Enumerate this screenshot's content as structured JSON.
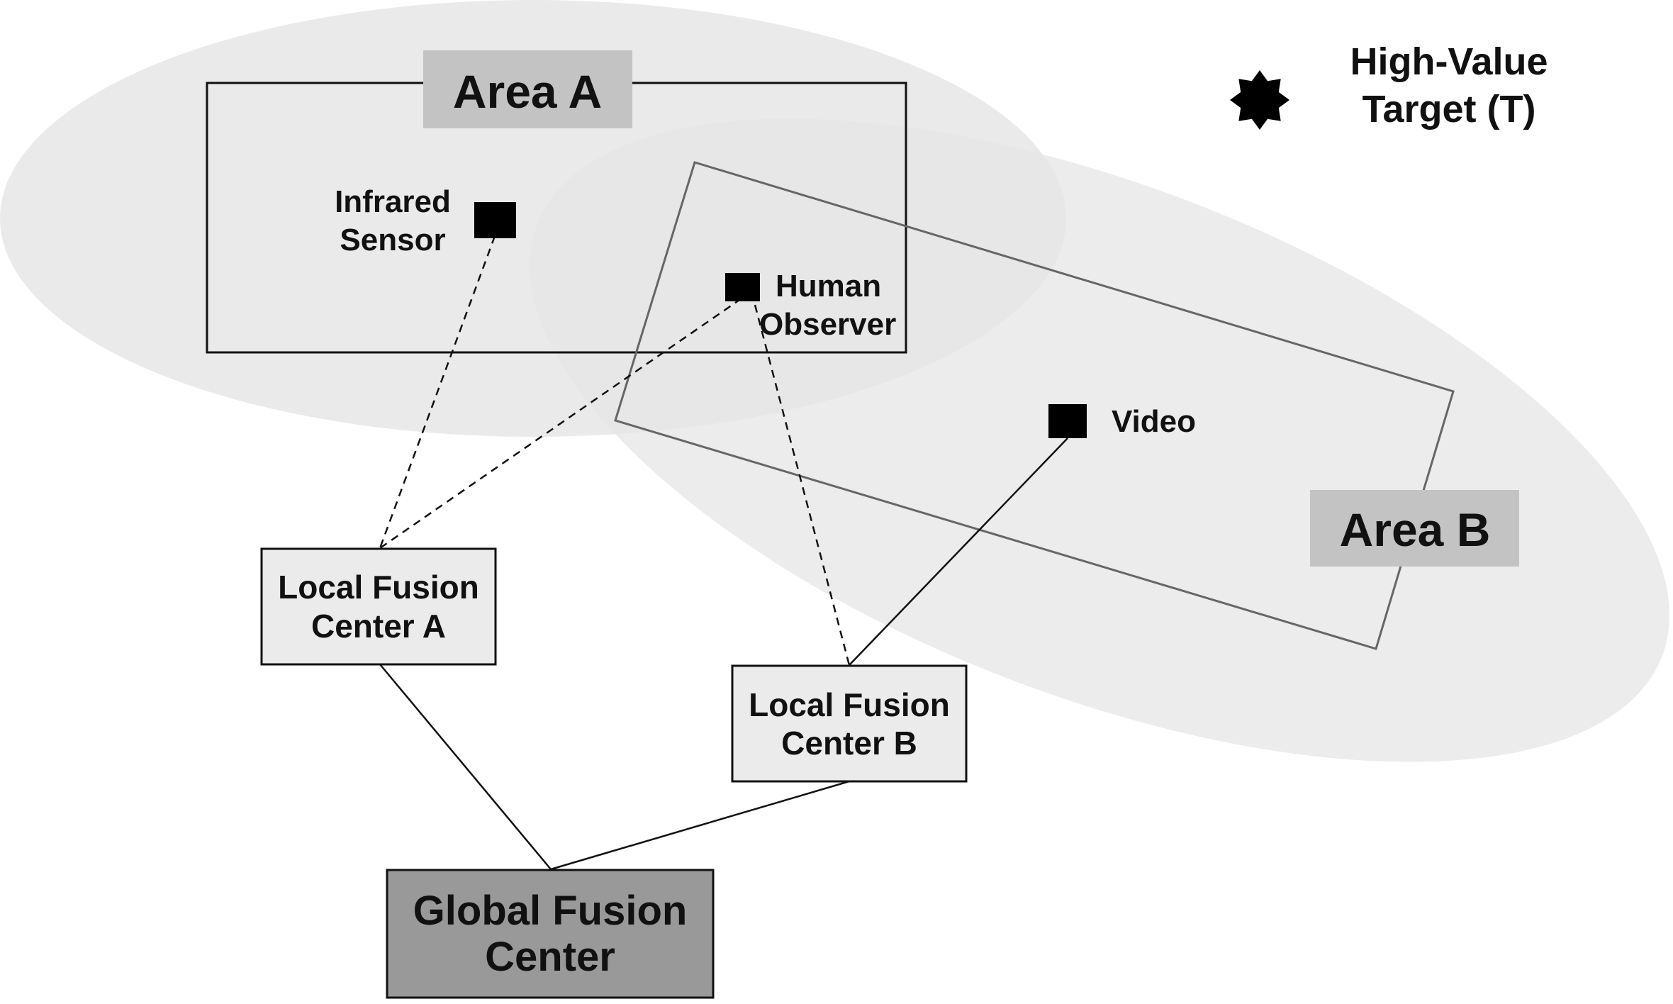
{
  "areas": {
    "a": {
      "title": "Area A"
    },
    "b": {
      "title": "Area B"
    }
  },
  "sensors": {
    "infrared": {
      "line1": "Infrared",
      "line2": "Sensor"
    },
    "human": {
      "line1": "Human",
      "line2": "Observer"
    },
    "video": {
      "label": "Video"
    }
  },
  "centers": {
    "local_a": {
      "line1": "Local Fusion",
      "line2": "Center A"
    },
    "local_b": {
      "line1": "Local Fusion",
      "line2": "Center B"
    },
    "global": {
      "line1": "Global Fusion",
      "line2": "Center"
    }
  },
  "legend": {
    "icon": "star-burst-icon",
    "line1": "High-Value",
    "line2": "Target (T)"
  },
  "colors": {
    "coverage_ellipse": "#ebebeb",
    "area_title_box": "#c3c3c3",
    "local_center_fill": "#ebebeb",
    "global_center_fill": "#999999",
    "sensor_fill": "#000000"
  }
}
